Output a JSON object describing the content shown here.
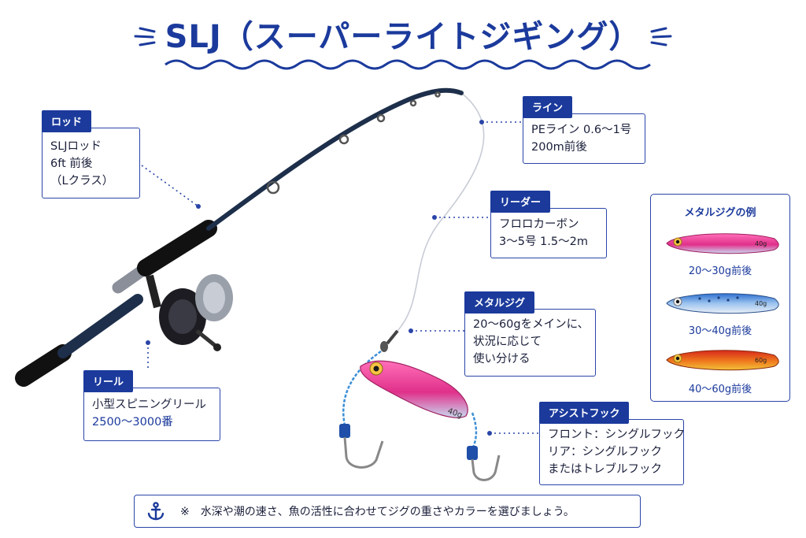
{
  "title": "SLJ（スーパーライトジギング）",
  "labels": {
    "rod": {
      "tag": "ロッド",
      "lines": [
        "SLJロッド",
        "6ft 前後",
        "（Lクラス）"
      ]
    },
    "line": {
      "tag": "ライン",
      "lines": [
        "PEライン 0.6〜1号",
        "200m前後"
      ]
    },
    "leader": {
      "tag": "リーダー",
      "lines": [
        "フロロカーボン",
        "3〜5号  1.5〜2m"
      ]
    },
    "metaljig": {
      "tag": "メタルジグ",
      "lines": [
        "20〜60gをメインに、",
        "状況に応じて",
        "使い分ける"
      ]
    },
    "reel": {
      "tag": "リール",
      "lines": [
        "小型スピニングリール",
        "2500〜3000番"
      ]
    },
    "assisthook": {
      "tag": "アシストフック",
      "lines": [
        "フロント：シングルフック",
        "リア：シングルフック",
        "またはトレブルフック"
      ]
    }
  },
  "jig_examples": {
    "title": "メタルジグの例",
    "items": [
      {
        "weight_caption": "20〜30g前後",
        "body_mark": "40g",
        "color": "#e8489a"
      },
      {
        "weight_caption": "30〜40g前後",
        "body_mark": "40g",
        "color": "#3c7bd6"
      },
      {
        "weight_caption": "40〜60g前後",
        "body_mark": "60g",
        "color": "#d9481c"
      }
    ]
  },
  "main_jig_mark": "40g",
  "note": {
    "icon": "anchor-icon",
    "text": "※　水深や潮の速さ、魚の活性に合わせてジグの重さやカラーを選びましょう。"
  },
  "colors": {
    "accent": "#1b3a9c"
  }
}
